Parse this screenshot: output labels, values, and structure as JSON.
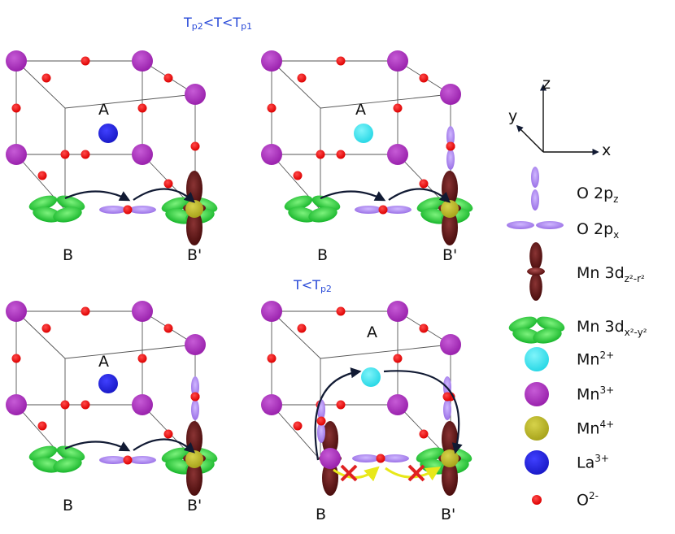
{
  "titles": {
    "top": {
      "T1": "T",
      "s1": "p2",
      "mid": "<T<",
      "T2": "T",
      "s2": "p1"
    },
    "bottom": {
      "pre": "T<T",
      "s": "p2"
    }
  },
  "site_labels": {
    "a": "A",
    "b": "B",
    "bp": "B'"
  },
  "axes": {
    "x": "x",
    "y": "y",
    "z": "z"
  },
  "legend": {
    "o2pz": {
      "main": "O 2p",
      "sub": "z"
    },
    "o2px": {
      "main": "O 2p",
      "sub": "x"
    },
    "mn3dz2": {
      "main": "Mn 3d",
      "sub": "z²-r²"
    },
    "mn3dx2y2": {
      "main": "Mn 3d",
      "sub": "x²-y²"
    },
    "mn2": {
      "main": "Mn",
      "sup": "2+"
    },
    "mn3": {
      "main": "Mn",
      "sup": "3+"
    },
    "mn4": {
      "main": "Mn",
      "sup": "4+"
    },
    "la3": {
      "main": "La",
      "sup": "3+"
    },
    "o2": {
      "main": "O",
      "sup": "2-"
    }
  },
  "colors": {
    "mn2": "#3fe6f0",
    "mn3": "#a72ab8",
    "mn4": "#b9b52a",
    "la3": "#2323d8",
    "o2": "#ee1111",
    "orbital_p": "#a77ae8",
    "orbital_dz2": "#5a1212",
    "orbital_dx2y2": "#22cc33",
    "title": "#2a4bd8",
    "blocked_path": "#e8e81a",
    "blocked_mark": "#e02222"
  },
  "panels": [
    {
      "id": "top-left",
      "a_site": "La3+",
      "b_pz": false,
      "bp_pz": false,
      "blocked": false
    },
    {
      "id": "top-right",
      "a_site": "Mn2+",
      "b_pz": false,
      "bp_pz": true,
      "blocked": false
    },
    {
      "id": "bottom-left",
      "a_site": "La3+",
      "b_pz": false,
      "bp_pz": true,
      "blocked": false
    },
    {
      "id": "bottom-right",
      "a_site": "Mn2+",
      "b_pz": true,
      "bp_pz": true,
      "blocked": true
    }
  ]
}
